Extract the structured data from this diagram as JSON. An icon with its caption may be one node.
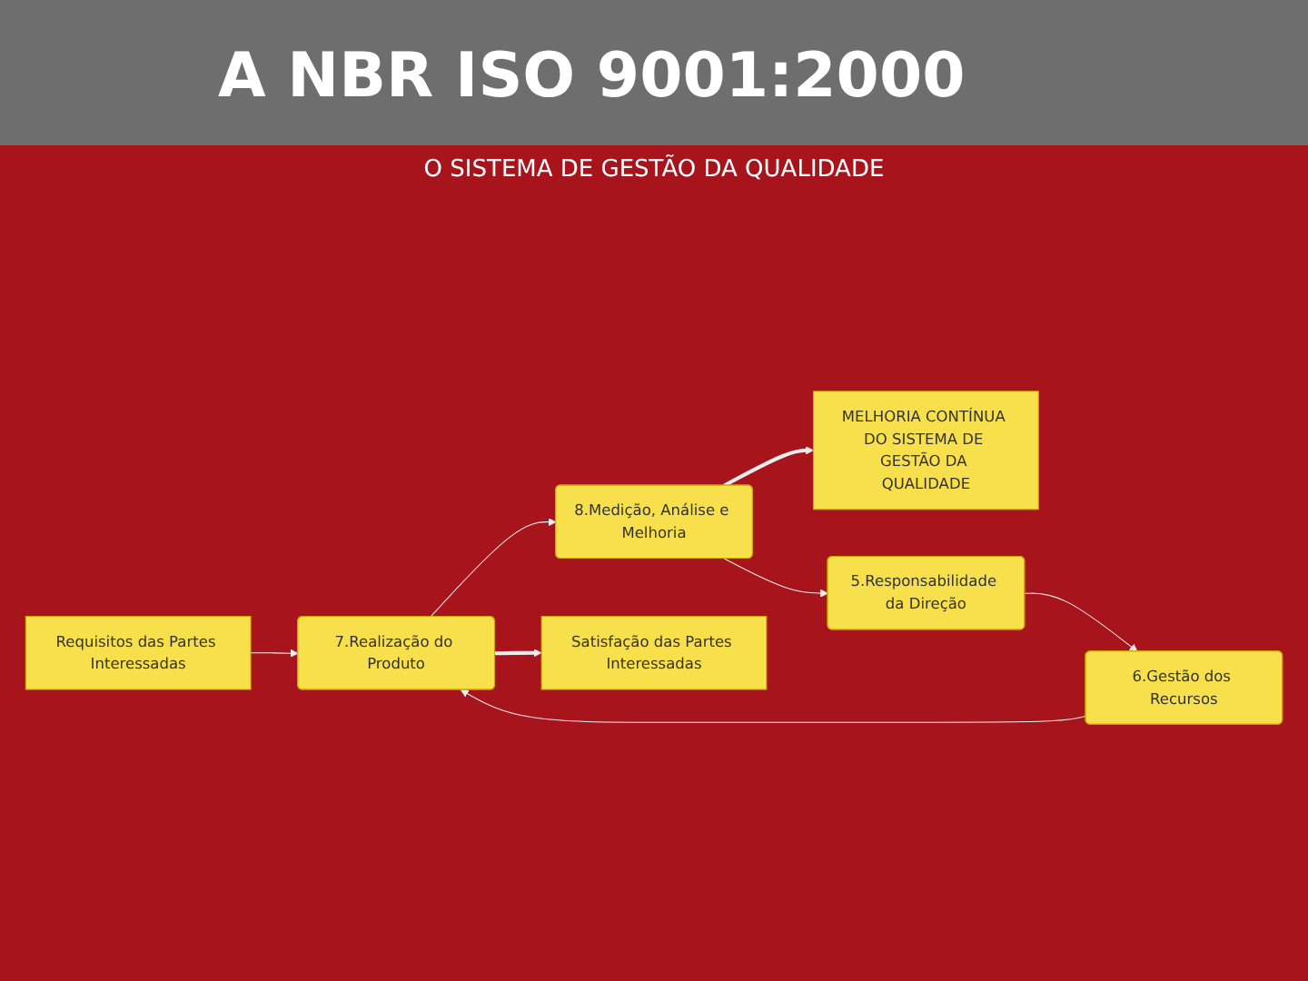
{
  "diagram": {
    "title": "A NBR ISO 9001:2000",
    "nodes": [
      {
        "text": [
          "MELHORIA CONTÍNUA DO SISTEMA DE GESTÃO DA QUALIDADE"
        ]
      },
      {
        "text": [
          "Requisitos das Partes Interessadas"
        ]
      },
      {
        "text": [
          "5.Responsabilidade da Direção"
        ]
      },
      {
        "text": [
          "6.Gestão dos Recursos"
        ]
      },
      {
        "text": [
          "8.Medição, Análise e Melhoria"
        ]
      },
      {
        "text": [
          "7.Realização do Produto"
        ]
      },
      {
        "text": [
          "Satisfação das Partes Interessadas"
        ]
      }
    ],
    "edges": [
      {
        "from": 2,
        "to": 3,
        "arrow": "to"
      },
      {
        "from": 3,
        "to": 5,
        "arrow": "to"
      },
      {
        "from": 5,
        "to": 4,
        "arrow": "to"
      },
      {
        "from": 4,
        "to": 2,
        "arrow": "to"
      },
      {
        "from": 4,
        "to": 0,
        "arrow": "to",
        "style": "thick"
      },
      {
        "from": 1,
        "to": 5,
        "arrow": "to"
      },
      {
        "from": 5,
        "to": 6,
        "arrow": "to",
        "style": "thick"
      }
    ],
    "labels": [
      "O SISTEMA DE GESTÃO DA QUALIDADE"
    ]
  }
}
